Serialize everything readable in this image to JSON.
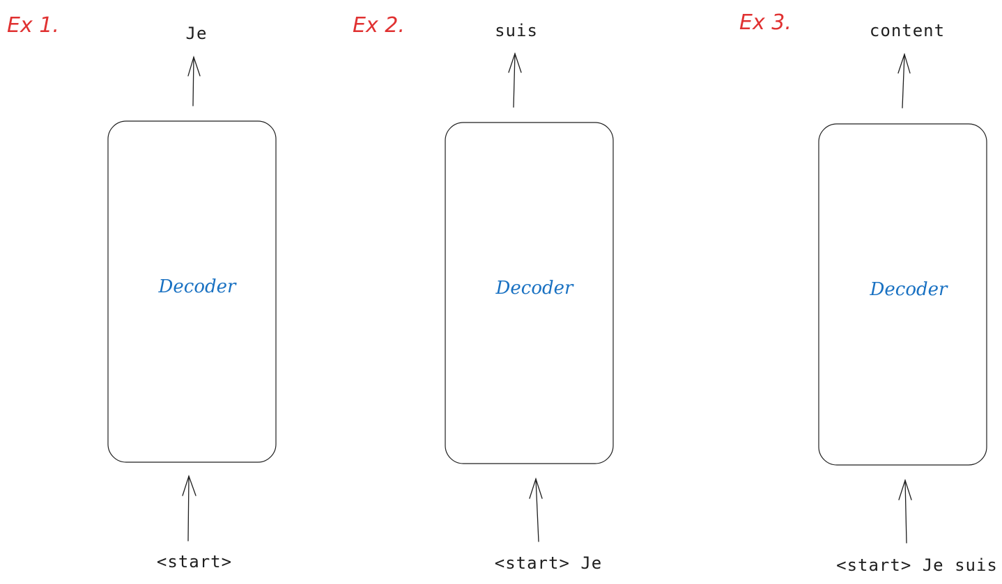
{
  "colors": {
    "example_label": "#e03131",
    "decoder_label": "#1971c2",
    "stroke": "#1e1e1e",
    "background": "#ffffff"
  },
  "examples": [
    {
      "label": "Ex 1.",
      "output_token": "Je",
      "decoder_label": "Decoder",
      "input_tokens": "<start>"
    },
    {
      "label": "Ex 2.",
      "output_token": "suis",
      "decoder_label": "Decoder",
      "input_tokens": "<start> Je"
    },
    {
      "label": "Ex 3.",
      "output_token": "content",
      "decoder_label": "Decoder",
      "input_tokens": "<start> Je suis"
    }
  ]
}
